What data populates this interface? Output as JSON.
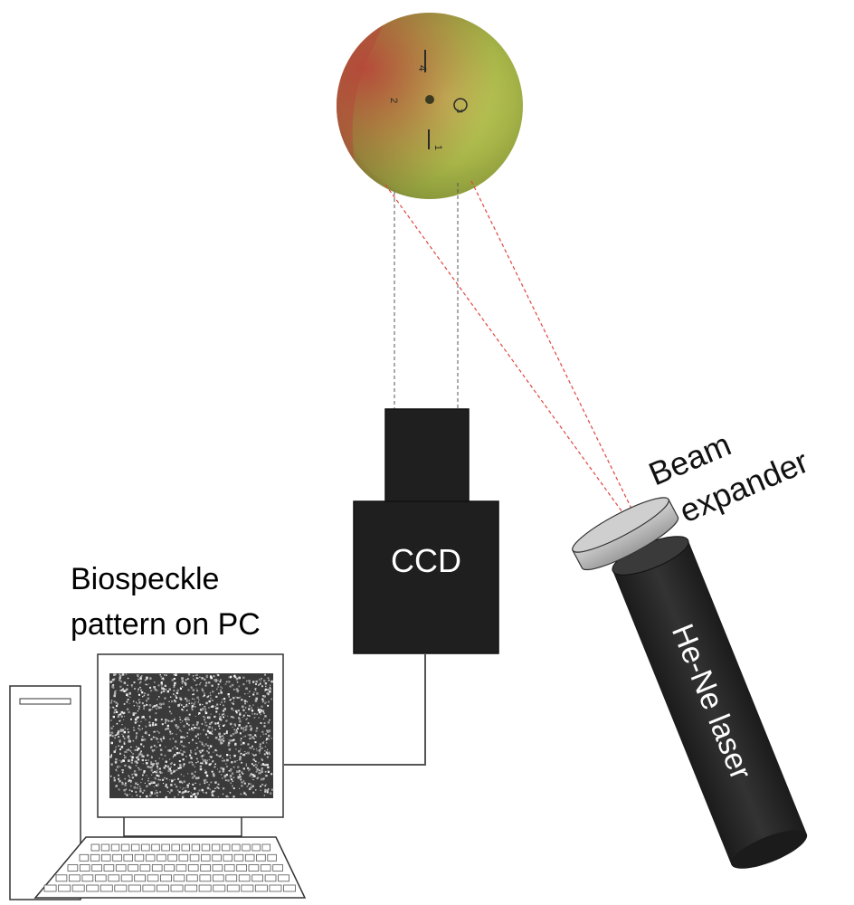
{
  "labels": {
    "ccd": "CCD",
    "biospeckle": [
      "Biospeckle",
      "pattern on PC"
    ],
    "beam_expander": [
      "Beam",
      "expander"
    ],
    "laser": "He-Ne laser"
  },
  "apple_markings": [
    "4",
    "2",
    "1",
    "3"
  ],
  "colors": {
    "laser_beam": "#e0463f",
    "camera_view": "#555555",
    "camera_body": "#1f1f1f",
    "laser_body": "#262626",
    "expander": "#b9b9b9",
    "apple_green": "#a9b84a",
    "apple_red": "#b0443a",
    "speckle_bg": "#3a3a3a"
  }
}
